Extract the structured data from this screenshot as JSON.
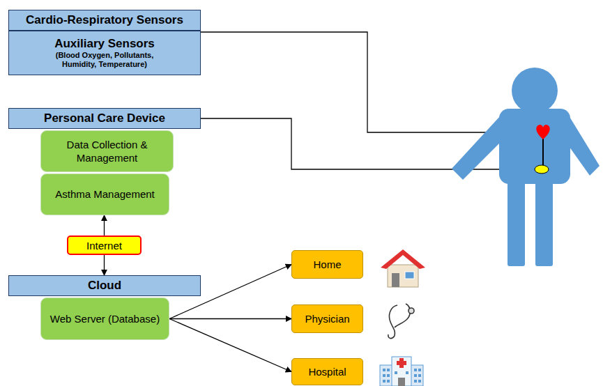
{
  "diagram": {
    "nodes": [
      {
        "text": [
          "Cardio-Respiratory Sensors"
        ]
      },
      {
        "text": [
          "Auxiliary Sensors",
          "(Blood Oxygen, Pollutants, Humidity, Temperature)"
        ]
      },
      {
        "text": [
          "Personal Care Device"
        ]
      },
      {
        "text": [
          "Data Collection & Management"
        ]
      },
      {
        "text": [
          "Asthma Management"
        ]
      },
      {
        "text": [
          "Internet"
        ]
      },
      {
        "text": [
          "Cloud"
        ]
      },
      {
        "text": [
          "Web Server (Database)"
        ]
      },
      {
        "text": [
          "Home"
        ]
      },
      {
        "text": [
          "Physician"
        ]
      },
      {
        "text": [
          "Hospital"
        ]
      }
    ],
    "edges": [
      {
        "from": 5,
        "to": 4,
        "arrow": "to"
      },
      {
        "from": 5,
        "to": 6,
        "arrow": "to"
      },
      {
        "from": 7,
        "to": 8,
        "arrow": "to"
      },
      {
        "from": 7,
        "to": 9,
        "arrow": "to"
      },
      {
        "from": 7,
        "to": 10,
        "arrow": "to"
      }
    ]
  }
}
